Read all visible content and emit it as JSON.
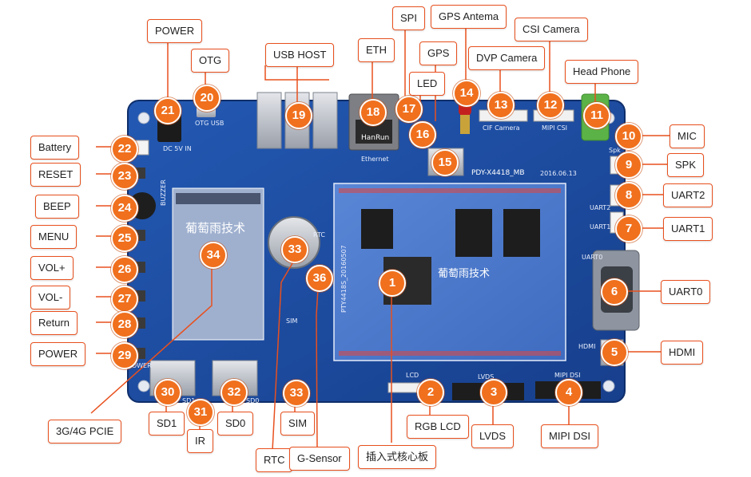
{
  "labels": {
    "power_top": "POWER",
    "otg": "OTG",
    "usb_host": "USB HOST",
    "eth": "ETH",
    "spi": "SPI",
    "gps_antema": "GPS Antema",
    "gps": "GPS",
    "led": "LED",
    "dvp_camera": "DVP Camera",
    "csi_camera": "CSI Camera",
    "head_phone": "Head Phone",
    "mic": "MIC",
    "spk": "SPK",
    "uart2": "UART2",
    "uart1": "UART1",
    "uart0": "UART0",
    "hdmi": "HDMI",
    "battery": "Battery",
    "reset": "RESET",
    "beep": "BEEP",
    "menu": "MENU",
    "volp": "VOL+",
    "volm": "VOL-",
    "return": "Return",
    "power_left": "POWER",
    "pcie": "3G/4G PCIE",
    "sd1": "SD1",
    "ir": "IR",
    "sd0": "SD0",
    "rtc": "RTC",
    "sim": "SIM",
    "gsensor": "G-Sensor",
    "core": "插入式核心板",
    "rgb_lcd": "RGB LCD",
    "lvds": "LVDS",
    "mipi_dsi": "MIPI DSI"
  },
  "numbers": {
    "n1": "1",
    "n2": "2",
    "n3": "3",
    "n4": "4",
    "n5": "5",
    "n6": "6",
    "n7": "7",
    "n8": "8",
    "n9": "9",
    "n10": "10",
    "n11": "11",
    "n12": "12",
    "n13": "13",
    "n14": "14",
    "n15": "15",
    "n16": "16",
    "n17": "17",
    "n18": "18",
    "n19": "19",
    "n20": "20",
    "n21": "21",
    "n22": "22",
    "n23": "23",
    "n24": "24",
    "n25": "25",
    "n26": "26",
    "n27": "27",
    "n28": "28",
    "n29": "29",
    "n30": "30",
    "n31": "31",
    "n32": "32",
    "n33a": "33",
    "n33b": "33",
    "n34": "34",
    "n36": "36"
  },
  "silkscreen": {
    "board_model": "PDY-X4418_MB",
    "board_date": "2016.06.13",
    "core_model": "PTY4418S_20160507",
    "brand_on_pcie": "葡萄雨技术",
    "brand_on_core": "葡萄雨技术",
    "eth_text": "Ethernet",
    "hanrun": "HanRun",
    "dc_in": "DC 5V IN",
    "otg_usb": "OTG USB",
    "rtc_text": "RTC",
    "sim_text": "SIM",
    "lcd_text": "LCD",
    "lvds_text": "LVDS",
    "mipi_text": "MIPI DSI",
    "hdmi_text": "HDMI",
    "uart0_text": "UART0",
    "uart1_text": "UART1",
    "uart2_text": "UART2",
    "spk_text": "Spk",
    "buzzer_text": "BUZZER",
    "cif_text": "CIF Camera",
    "mipi_csi_text": "MIPI CSI",
    "sd1_text": "SD1",
    "sd0_text": "SD0",
    "power_text": "POWER"
  },
  "colors": {
    "pcb": "#1d4fa3",
    "pcb_dark": "#143b82",
    "accent": "#f0701e",
    "line": "#e8501e"
  }
}
